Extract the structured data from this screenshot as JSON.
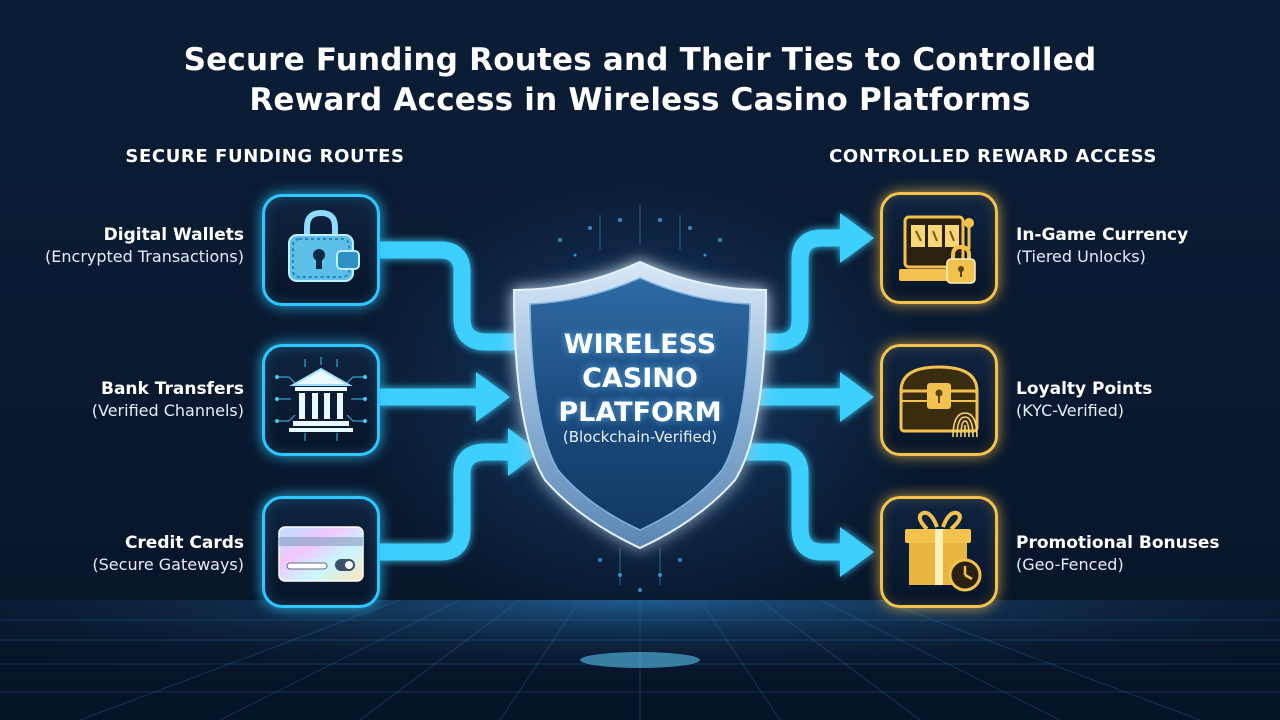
{
  "title": {
    "line1": "Secure Funding Routes and Their Ties to Controlled",
    "line2": "Reward Access in Wireless Casino Platforms"
  },
  "left_column": {
    "heading": "SECURE FUNDING ROUTES",
    "items": [
      {
        "label": "Digital Wallets",
        "sub": "(Encrypted Transactions)",
        "icon": "wallet-lock-icon"
      },
      {
        "label": "Bank Transfers",
        "sub": "(Verified Channels)",
        "icon": "bank-circuit-icon"
      },
      {
        "label": "Credit Cards",
        "sub": "(Secure Gateways)",
        "icon": "credit-card-icon"
      }
    ]
  },
  "right_column": {
    "heading": "CONTROLLED REWARD ACCESS",
    "items": [
      {
        "label": "In-Game Currency",
        "sub": "(Tiered Unlocks)",
        "icon": "slot-machine-lock-icon"
      },
      {
        "label": "Loyalty Points",
        "sub": "(KYC-Verified)",
        "icon": "treasure-chest-fingerprint-icon"
      },
      {
        "label": "Promotional Bonuses",
        "sub": "(Geo-Fenced)",
        "icon": "gift-clock-icon"
      }
    ]
  },
  "center": {
    "line1": "WIRELESS",
    "line2": "CASINO",
    "line3": "PLATFORM",
    "sub": "(Blockchain-Verified)",
    "icon": "shield-icon"
  },
  "colors": {
    "background": "#0a1a31",
    "accent_blue": "#2fc7ff",
    "accent_gold": "#f2c14e"
  }
}
